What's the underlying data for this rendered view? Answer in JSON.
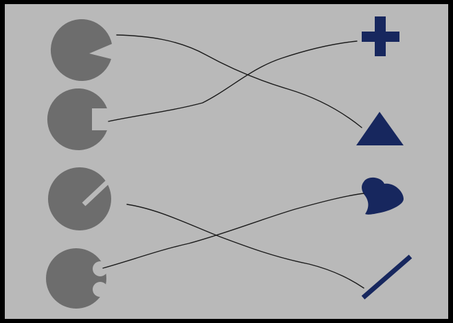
{
  "colors": {
    "background": "#b9b9b9",
    "frame": "#000000",
    "left_shape": "#6d6d6d",
    "right_shape": "#17275e",
    "connector": "#1a1a1a"
  },
  "left_items": [
    {
      "id": "L1",
      "icon": "circle-with-wedge-cut-icon"
    },
    {
      "id": "L2",
      "icon": "circle-with-square-notch-icon"
    },
    {
      "id": "L3",
      "icon": "circle-with-slit-icon"
    },
    {
      "id": "L4",
      "icon": "circle-with-double-notch-icon"
    }
  ],
  "right_items": [
    {
      "id": "R1",
      "icon": "plus-icon"
    },
    {
      "id": "R2",
      "icon": "triangle-icon"
    },
    {
      "id": "R3",
      "icon": "heart-icon"
    },
    {
      "id": "R4",
      "icon": "slash-line-icon"
    }
  ],
  "connections": [
    {
      "from": "L1",
      "to": "R2"
    },
    {
      "from": "L2",
      "to": "R1"
    },
    {
      "from": "L3",
      "to": "R4"
    },
    {
      "from": "L4",
      "to": "R3"
    }
  ]
}
